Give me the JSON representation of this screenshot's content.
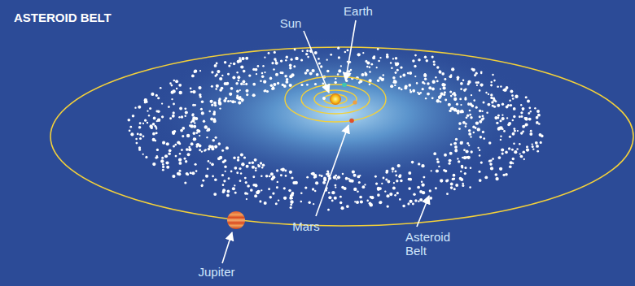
{
  "diagram": {
    "title": "ASTEROID BELT",
    "labels": [
      "Sun",
      "Earth",
      "Mars",
      "Asteroid Belt",
      "Jupiter"
    ]
  }
}
